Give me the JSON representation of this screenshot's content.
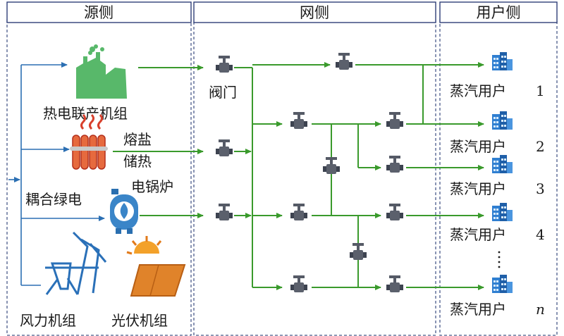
{
  "sections": {
    "source": "源侧",
    "grid": "网侧",
    "user": "用户侧"
  },
  "source": {
    "chp": "热电联产机组",
    "salt_line1": "熔盐",
    "salt_line2": "储热",
    "green_power": "耦合绿电",
    "boiler": "电锅炉",
    "wind": "风力机组",
    "pv": "光伏机组"
  },
  "grid": {
    "valve": "阀门"
  },
  "users": [
    {
      "label": "蒸汽用户",
      "id": "1"
    },
    {
      "label": "蒸汽用户",
      "id": "2"
    },
    {
      "label": "蒸汽用户",
      "id": "3"
    },
    {
      "label": "蒸汽用户",
      "id": "4"
    },
    {
      "label": "蒸汽用户",
      "id": "n"
    }
  ],
  "colors": {
    "pipe": "#3a9a2c",
    "line": "#2b6fb3",
    "chp": "#58b86a",
    "salt": "#d8402c",
    "boiler": "#3a85c8",
    "wind": "#2a70b8",
    "pv": "#e27a1a",
    "valve": "#555a66",
    "building": "#2f7fd1"
  }
}
